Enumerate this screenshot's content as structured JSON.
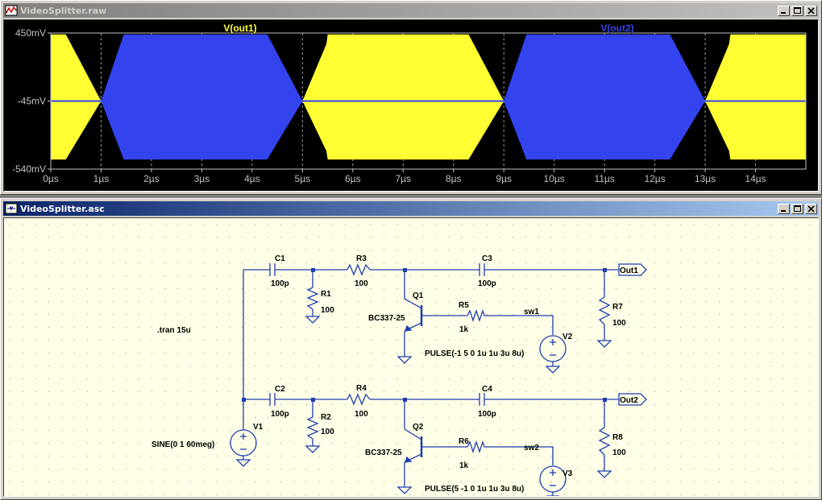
{
  "plot_window": {
    "title": "VideoSplitter.raw",
    "icon": "waveform-icon",
    "traces": [
      {
        "name": "V(out1)",
        "color": "#ffff33"
      },
      {
        "name": "V(out2)",
        "color": "#3344ee"
      }
    ],
    "y_ticks": [
      "450mV",
      "-45mV",
      "-540mV"
    ],
    "x_ticks": [
      "0µs",
      "1µs",
      "2µs",
      "3µs",
      "4µs",
      "5µs",
      "6µs",
      "7µs",
      "8µs",
      "9µs",
      "10µs",
      "11µs",
      "12µs",
      "13µs",
      "14µs"
    ]
  },
  "chart_data": {
    "type": "area",
    "series": [
      {
        "name": "V(out1)",
        "color": "#ffff33",
        "envelope": "enabled when sw1 low (0–1µs, 5–9µs, 13–15µs)"
      },
      {
        "name": "V(out2)",
        "color": "#3344ee",
        "envelope": "enabled 1–5µs, 9–13µs"
      }
    ],
    "x_range": [
      0,
      15
    ],
    "xunit": "µs",
    "y_range": [
      -540,
      450
    ],
    "yunit": "mV",
    "grid": true,
    "legend": "top"
  },
  "schematic_window": {
    "title": "VideoSplitter.asc",
    "icon": "schematic-icon",
    "directive": ".tran 15u",
    "components": {
      "c1": {
        "name": "C1",
        "value": "100p"
      },
      "c2": {
        "name": "C2",
        "value": "100p"
      },
      "c3": {
        "name": "C3",
        "value": "100p"
      },
      "c4": {
        "name": "C4",
        "value": "100p"
      },
      "r1": {
        "name": "R1",
        "value": "100"
      },
      "r2": {
        "name": "R2",
        "value": "100"
      },
      "r3": {
        "name": "R3",
        "value": "100"
      },
      "r4": {
        "name": "R4",
        "value": "100"
      },
      "r5": {
        "name": "R5",
        "value": "1k"
      },
      "r6": {
        "name": "R6",
        "value": "1k"
      },
      "r7": {
        "name": "R7",
        "value": "100"
      },
      "r8": {
        "name": "R8",
        "value": "100"
      },
      "q1": {
        "name": "Q1",
        "value": "BC337-25"
      },
      "q2": {
        "name": "Q2",
        "value": "BC337-25"
      },
      "v1": {
        "name": "V1",
        "value": "SINE(0 1 60meg)"
      },
      "v2": {
        "name": "V2",
        "value": "PULSE(-1 5 0 1u 1u 3u 8u)"
      },
      "v3": {
        "name": "V3",
        "value": "PULSE(5 -1 0 1u 1u 3u 8u)"
      }
    },
    "nets": {
      "sw1": "sw1",
      "sw2": "sw2",
      "out1": "Out1",
      "out2": "Out2"
    }
  }
}
